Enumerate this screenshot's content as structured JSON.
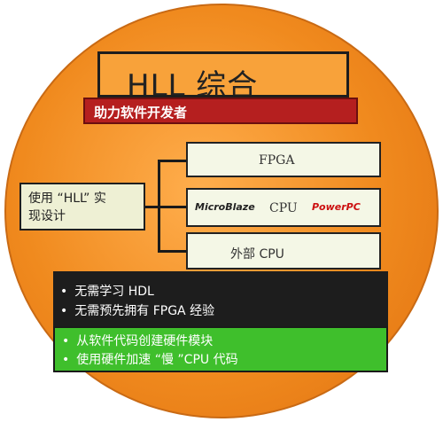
{
  "title_box": {
    "text": "HLL 综合"
  },
  "dev_box": {
    "text": "助力软件开发者"
  },
  "left_box": {
    "line1": "使用 “HLL” 实",
    "line2": "现设计"
  },
  "options": [
    {
      "label": "FPGA"
    },
    {
      "label": "CPU",
      "left_logo": "MicroBlaze",
      "right_logo": "PowerPC"
    },
    {
      "label": "外部 CPU"
    }
  ],
  "black_box": {
    "items": [
      "无需学习 HDL",
      "无需预先拥有 FPGA 经验"
    ]
  },
  "green_box": {
    "items": [
      "从软件代码创建硬件模块",
      "使用硬件加速 “慢 ”CPU 代码"
    ]
  },
  "colors": {
    "circle": "#f08a1e",
    "dev_box": "#b51f1f",
    "green_box": "#3fbf2c",
    "black_box": "#1d1d1d",
    "title_box": "#f8a23a"
  }
}
